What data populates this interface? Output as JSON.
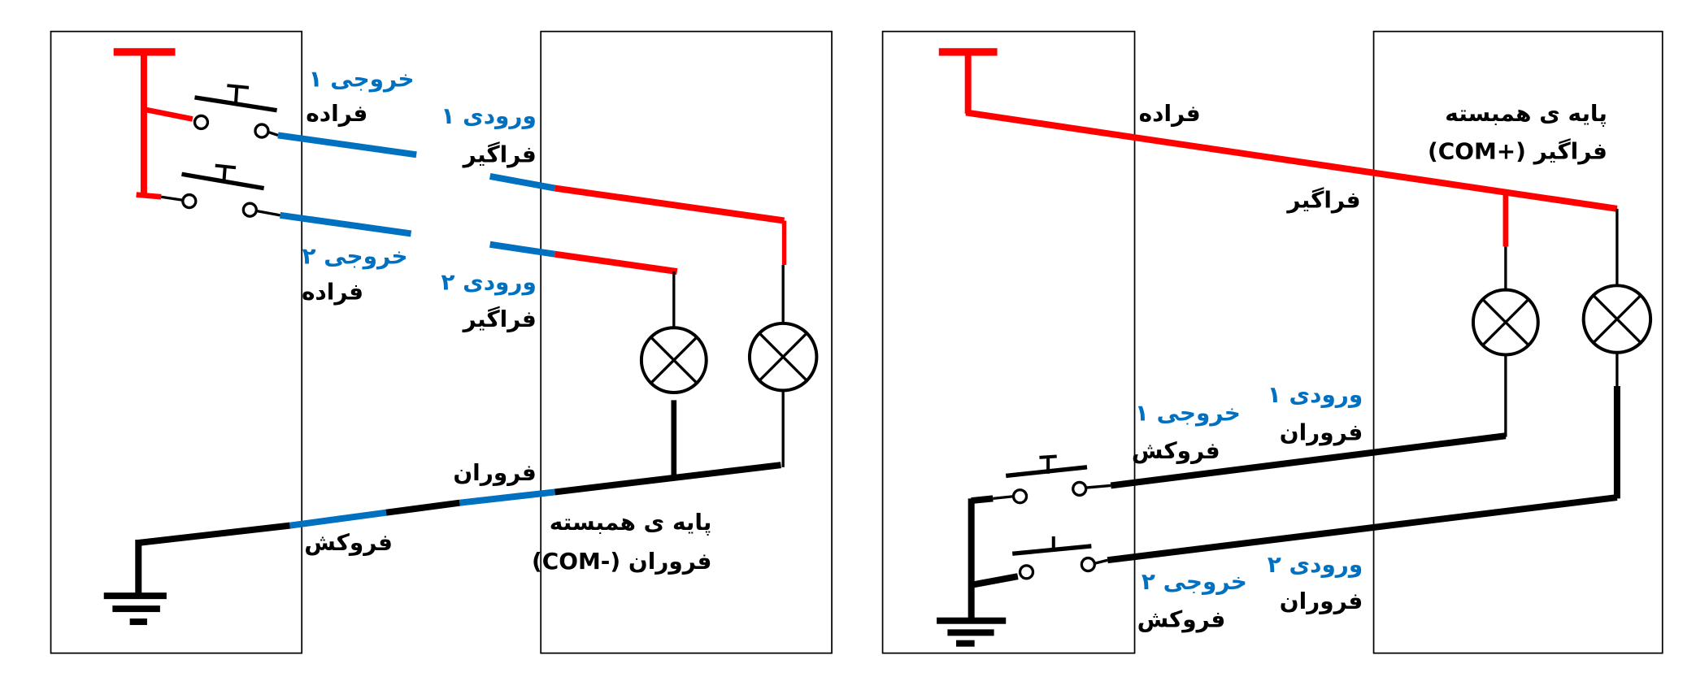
{
  "colors": {
    "positive": "#ff0000",
    "signal": "#0070c0",
    "negative": "#000000"
  },
  "left_diagram": {
    "output1": "خروجی ۱",
    "output1_type": "فراده",
    "output2": "خروجی ۲",
    "output2_type": "فراده",
    "input1": "ورودی ۱",
    "input1_type": "فراگیر",
    "input2": "ورودی ۲",
    "input2_type": "فراگیر",
    "sink_label": "فروران",
    "source_label": "فروکش",
    "common_title": "پایه ی همبسته",
    "common_label": "(COM-) فروران"
  },
  "right_diagram": {
    "source_label": "فراده",
    "sink_label": "فراگیر",
    "common_title": "پایه ی همبسته",
    "common_label": "(COM+) فراگیر",
    "output1": "خروجی ۱",
    "output1_type": "فروکش",
    "output2": "خروجی ۲",
    "output2_type": "فروکش",
    "input1": "ورودی ۱",
    "input1_type": "فروران",
    "input2": "ورودی ۲",
    "input2_type": "فروران"
  }
}
